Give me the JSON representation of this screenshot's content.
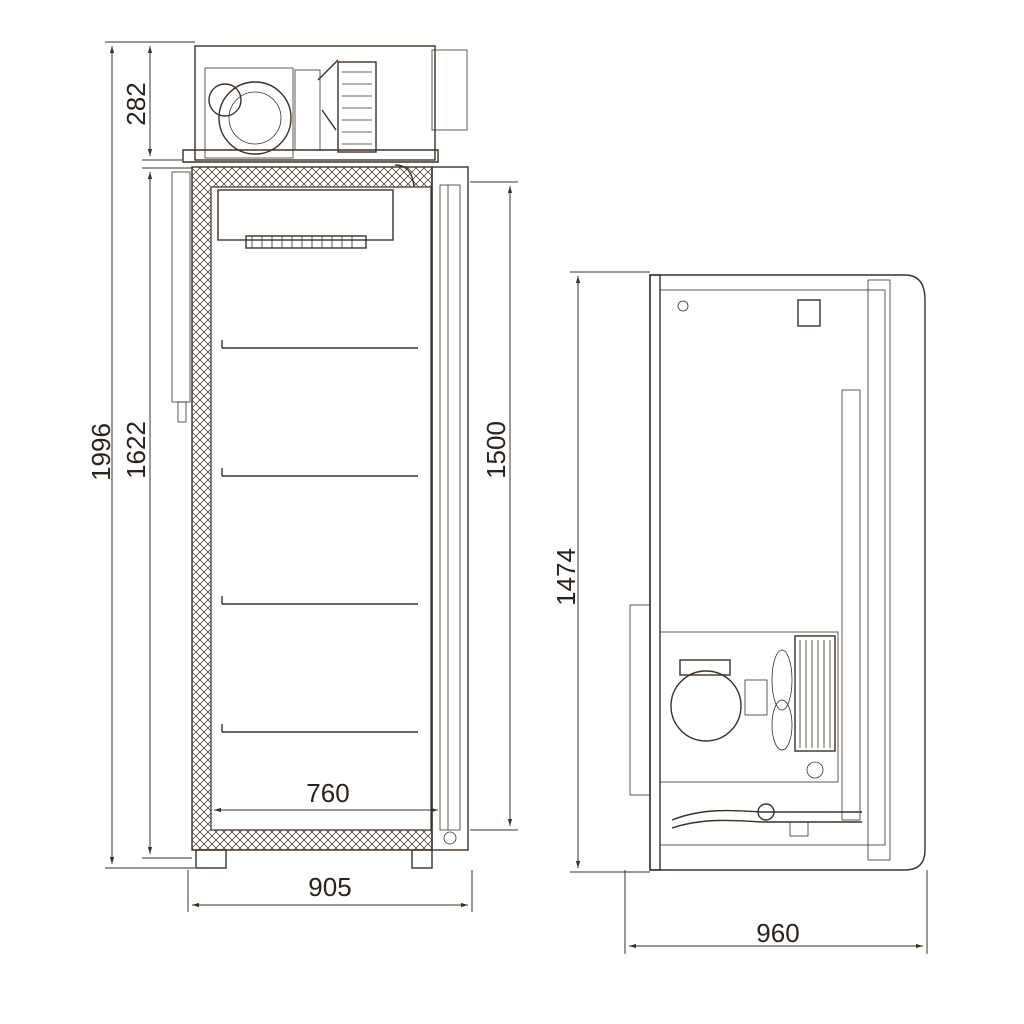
{
  "front_view": {
    "dimensions": {
      "total_height": "1996",
      "unit_height": "282",
      "cabinet_height": "1622",
      "door_height": "1500",
      "inner_width": "760",
      "total_width": "905"
    },
    "shelf_count": 4
  },
  "side_view": {
    "dimensions": {
      "depth_height": "1474",
      "depth": "960"
    }
  },
  "colors": {
    "line": "#3b3026",
    "background": "#ffffff"
  }
}
